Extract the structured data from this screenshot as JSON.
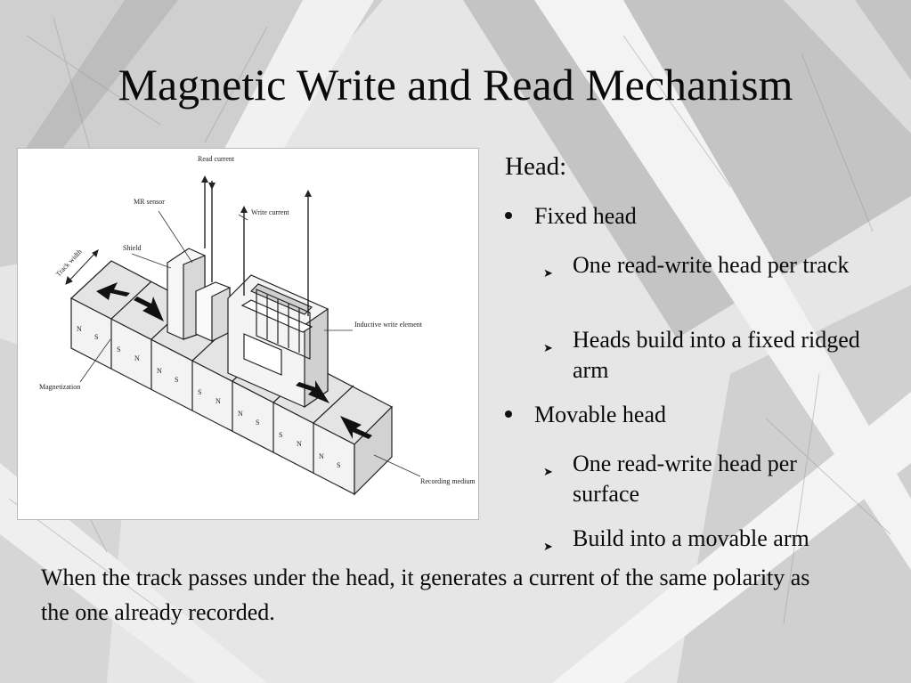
{
  "slide": {
    "title": "Magnetic Write and Read Mechanism",
    "heading": "Head:",
    "bullets": [
      {
        "label": "Fixed head",
        "sub": [
          "One read-write head per track",
          "Heads build into a fixed ridged arm"
        ]
      },
      {
        "label": "Movable head",
        "sub": [
          "One read-write head per surface",
          "Build into a movable arm"
        ]
      }
    ],
    "footer": "When the track passes under the head, it generates a current of the same polarity as the one already recorded."
  },
  "figure": {
    "labels": {
      "read_current": "Read current",
      "mr_sensor": "MR sensor",
      "shield": "Shield",
      "write_current": "Write current",
      "track_width": "Track width",
      "inductive_write_element": "Inductive write element",
      "magnetization": "Magnetization",
      "recording_medium": "Recording medium"
    },
    "poles": [
      [
        "N",
        "S"
      ],
      [
        "S",
        "N"
      ],
      [
        "N",
        "S"
      ],
      [
        "S",
        "N"
      ],
      [
        "N",
        "S"
      ],
      [
        "S",
        "N"
      ],
      [
        "N",
        "S"
      ]
    ]
  }
}
